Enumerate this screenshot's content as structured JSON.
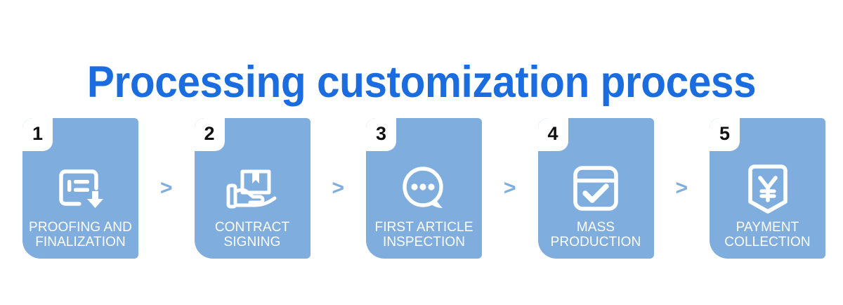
{
  "page": {
    "background_color": "#ffffff"
  },
  "header": {
    "title": "Processing customization process",
    "title_color": "#1b6ddf"
  },
  "flow": {
    "separator_glyph": ">",
    "separator_color": "#7fadde",
    "card_color": "#7fadde",
    "badge_background": "#ffffff",
    "badge_text_color": "#111111",
    "label_color": "#ffffff",
    "steps": [
      {
        "number": "1",
        "label": "PROOFING AND\nFINALIZATION",
        "icon": "document-download-icon"
      },
      {
        "number": "2",
        "label": "CONTRACT\nSIGNING",
        "icon": "hand-holding-package-icon"
      },
      {
        "number": "3",
        "label": "FIRST  ARTICLE\nINSPECTION",
        "icon": "speech-bubble-dots-icon"
      },
      {
        "number": "4",
        "label": "MASS\nPRODUCTION",
        "icon": "calendar-check-icon"
      },
      {
        "number": "5",
        "label": "PAYMENT\nCOLLECTION",
        "icon": "yen-banner-icon"
      }
    ]
  }
}
